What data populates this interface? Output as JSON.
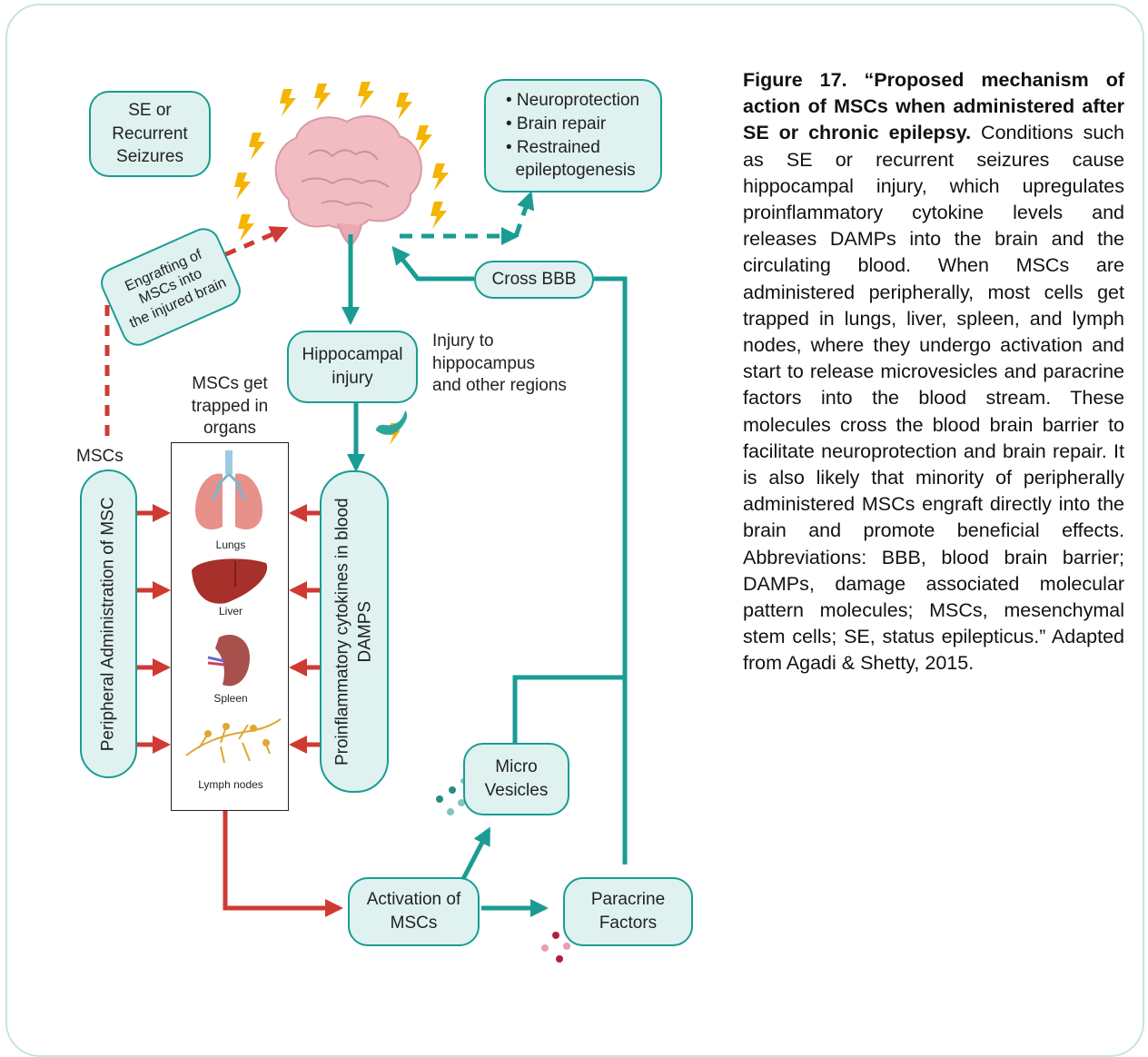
{
  "diagram": {
    "nodes": {
      "se": "SE or\nRecurrent\nSeizures",
      "outcomes": [
        "• Neuroprotection",
        "• Brain repair",
        "• Restrained",
        "  epileptogenesis"
      ],
      "engrafting": "Engrafting of\nMSCs into\nthe injured brain",
      "cross_bbb": "Cross BBB",
      "hippocampal_injury": "Hippocampal\ninjury",
      "injury_note": "Injury to\nhippocampus\nand other regions",
      "trapped": "MSCs get\ntrapped in\norgans",
      "mscs_label": "MSCs",
      "peripheral_admin": "Peripheral Administration of MSC",
      "proinflammatory": "Proinflammatory cytokines in blood\nDAMPS",
      "micro_vesicles": "Micro\nVesicles",
      "activation": "Activation of\nMSCs",
      "paracrine": "Paracrine\nFactors"
    },
    "organs": [
      "Lungs",
      "Liver",
      "Spleen",
      "Lymph nodes"
    ],
    "colors": {
      "teal": "#1a9c93",
      "box_fill": "#dff2ef",
      "red": "#cf3a32",
      "brain": "#f1bcc2"
    }
  },
  "caption": {
    "title": "Figure 17. “Proposed mechanism of action of MSCs when administered after SE or chronic epilepsy.",
    "body": " Conditions such as SE or recurrent seizures cause hippocampal injury, which upregulates proinflammatory cytokine levels and releases DAMPs into the brain and the circulating blood. When MSCs are administered peripherally, most cells get trapped in lungs, liver, spleen, and lymph nodes, where they undergo activation and start to release microvesicles and paracrine factors into the blood stream. These molecules cross the blood brain barrier to facilitate neuroprotection and brain repair. It is also likely that minority of peripherally administered MSCs engraft directly into the brain and promote beneficial effects. Abbreviations: BBB, blood brain barrier; DAMPs, damage associated molecular pattern molecules; MSCs, mesenchymal stem cells; SE, status epilepticus.” Adapted from Agadi & Shetty, 2015."
  }
}
